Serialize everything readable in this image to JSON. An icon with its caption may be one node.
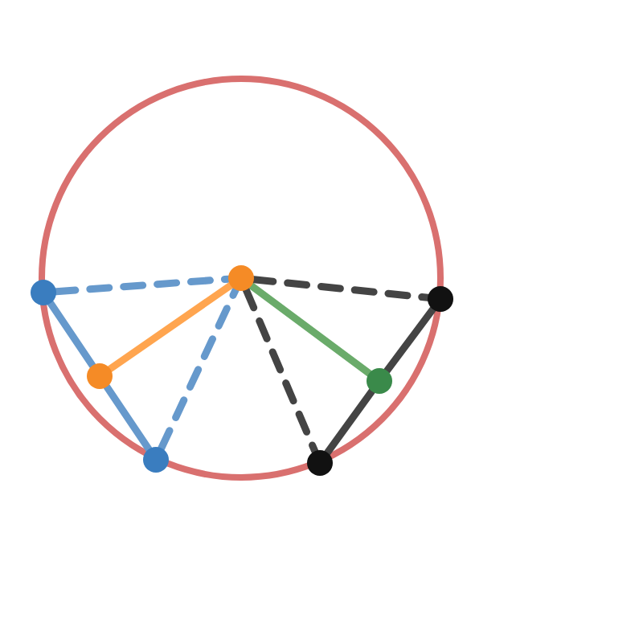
{
  "diagram": {
    "nodes": [
      {
        "text": [],
        "shape": "circle"
      },
      {
        "text": [],
        "shape": "circle"
      },
      {
        "text": [],
        "shape": "circle"
      },
      {
        "text": [],
        "shape": "circle"
      },
      {
        "text": [],
        "shape": "circle"
      },
      {
        "text": [],
        "shape": "circle"
      },
      {
        "text": [],
        "shape": "circle"
      }
    ],
    "edges": [
      {
        "from": 0,
        "to": 3,
        "arrow": "none",
        "style": "dashed",
        "color": "#6699cc"
      },
      {
        "from": 0,
        "to": 1,
        "arrow": "none",
        "color": "#6699cc"
      },
      {
        "from": 1,
        "to": 2,
        "arrow": "none",
        "color": "#6699cc"
      },
      {
        "from": 2,
        "to": 3,
        "arrow": "none",
        "style": "dashed",
        "color": "#6699cc"
      },
      {
        "from": 1,
        "to": 3,
        "arrow": "none",
        "color": "#ffa54f"
      },
      {
        "from": 3,
        "to": 5,
        "arrow": "none",
        "color": "#6aab6a"
      },
      {
        "from": 3,
        "to": 6,
        "arrow": "none",
        "style": "dashed",
        "color": "#444444"
      },
      {
        "from": 3,
        "to": 4,
        "arrow": "none",
        "style": "dashed",
        "color": "#444444"
      },
      {
        "from": 4,
        "to": 5,
        "arrow": "none",
        "color": "#444444"
      },
      {
        "from": 5,
        "to": 6,
        "arrow": "none",
        "color": "#444444"
      }
    ]
  }
}
